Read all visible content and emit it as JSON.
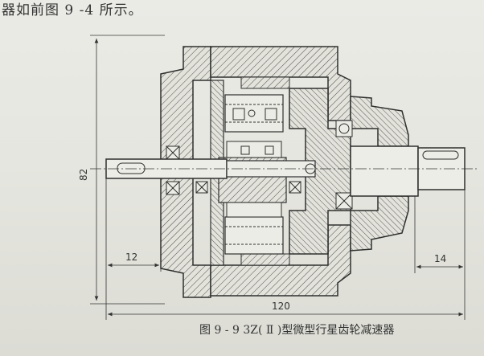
{
  "page": {
    "top_text": "器如前图 9 -4 所示。",
    "caption": "图 9 - 9   3Z( Ⅱ )型微型行星齿轮减速器"
  },
  "dimensions": {
    "overall_height": "82",
    "input_shaft_length": "12",
    "overall_length": "120",
    "output_shaft_length": "14"
  }
}
